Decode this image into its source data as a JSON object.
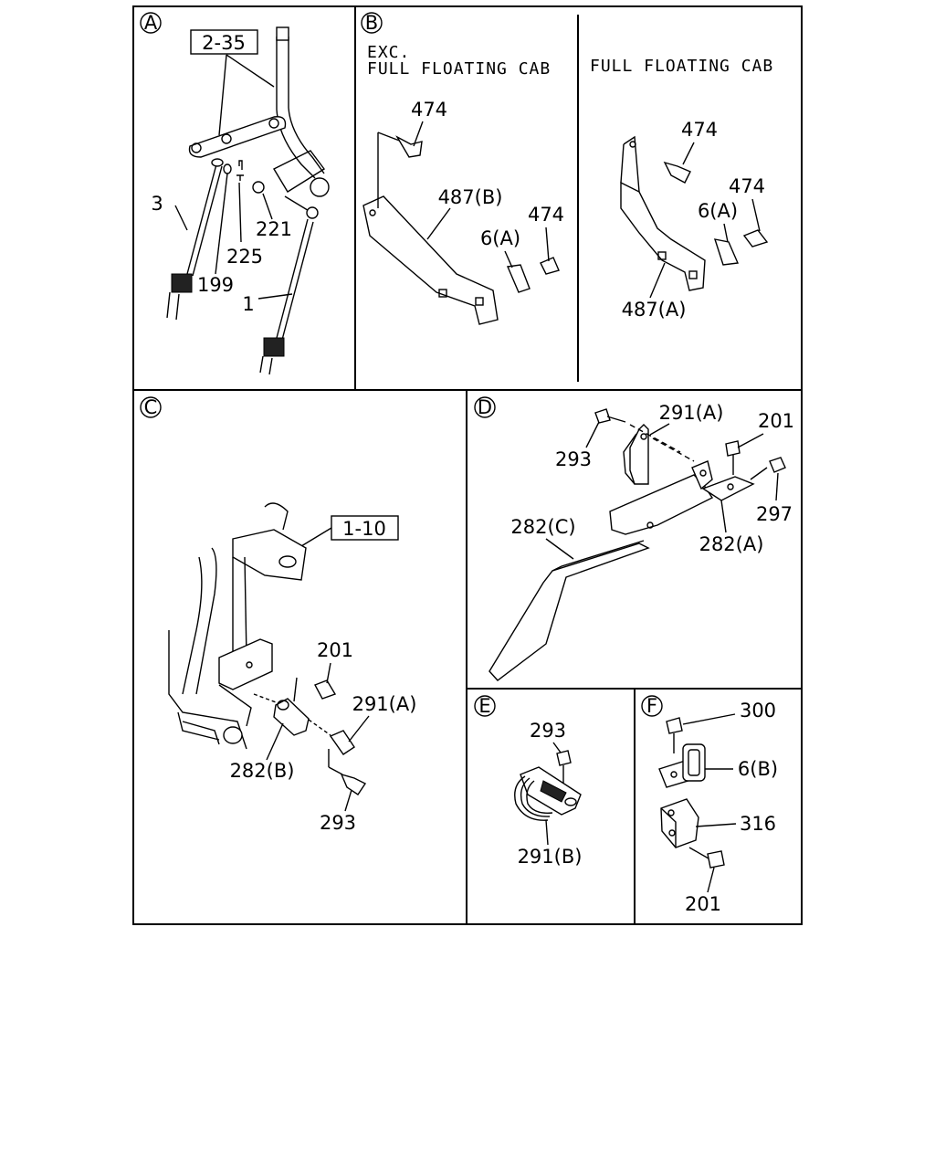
{
  "panels": {
    "a": {
      "letter": "A",
      "refs": {
        "r1": "2-35"
      },
      "labels": {
        "n3": "3",
        "n221": "221",
        "n225": "225",
        "n199": "199",
        "n1": "1"
      }
    },
    "b": {
      "letter": "B",
      "left_caption": {
        "line1": "EXC.",
        "line2": "FULL FLOATING CAB"
      },
      "right_caption": "FULL FLOATING CAB",
      "labels": {
        "l474a": "474",
        "l487b": "487(B)",
        "l474b": "474",
        "l6a": "6(A)",
        "r474a": "474",
        "r474b": "474",
        "r6a": "6(A)",
        "r487a": "487(A)"
      }
    },
    "c": {
      "letter": "C",
      "refs": {
        "r1": "1-10"
      },
      "labels": {
        "n201": "201",
        "n291a": "291(A)",
        "n282b": "282(B)",
        "n293": "293"
      }
    },
    "d": {
      "letter": "D",
      "labels": {
        "n291a": "291(A)",
        "n201": "201",
        "n293": "293",
        "n297": "297",
        "n282c": "282(C)",
        "n282a": "282(A)"
      }
    },
    "e": {
      "letter": "E",
      "labels": {
        "n293": "293",
        "n291b": "291(B)"
      }
    },
    "f": {
      "letter": "F",
      "labels": {
        "n300": "300",
        "n6b": "6(B)",
        "n316": "316",
        "n201": "201"
      }
    }
  }
}
